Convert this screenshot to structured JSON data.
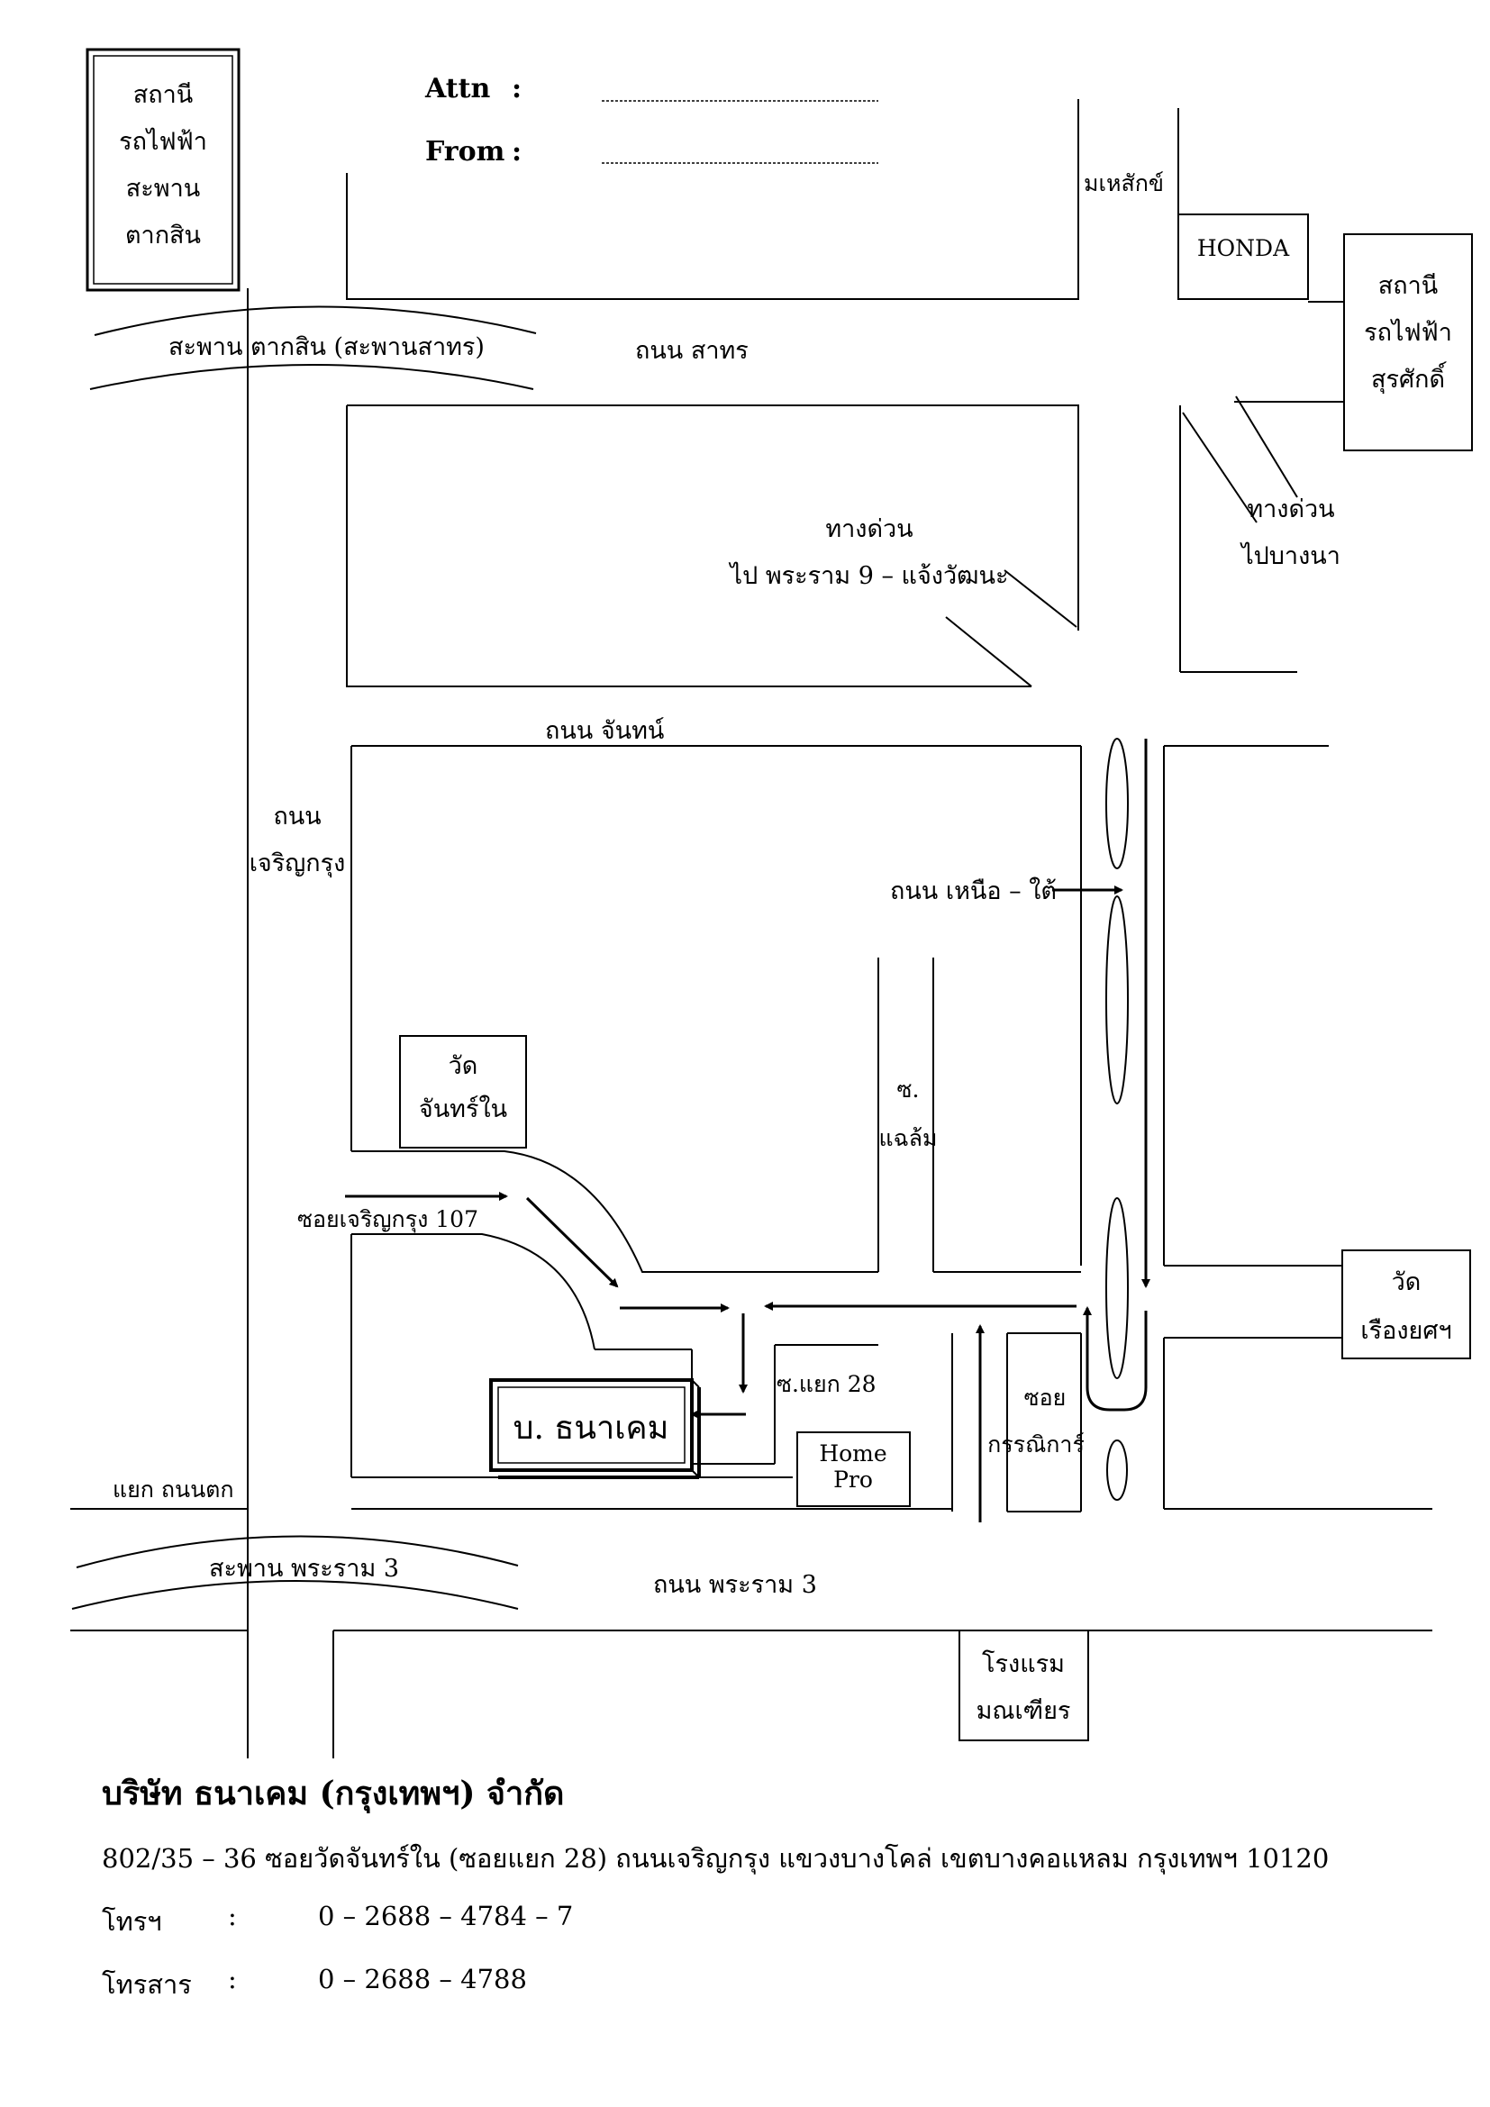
{
  "header": {
    "attn_label": "Attn",
    "from_label": "From",
    "colon": ":"
  },
  "map": {
    "taksin_station": [
      "สถานี",
      "รถไฟฟ้า",
      "สะพาน",
      "ตากสิน"
    ],
    "taksin_bridge": "สะพาน  ตากสิน (สะพานสาทร)",
    "sathorn_road": "ถนน สาทร",
    "mahesak": "มเหสักข์",
    "honda": "HONDA",
    "surasak_station": [
      "สถานี",
      "รถไฟฟ้า",
      "สุรศักดิ์"
    ],
    "expressway_rama9": [
      "ทางด่วน",
      "ไป พระราม 9 – แจ้งวัฒนะ"
    ],
    "expressway_bangna": [
      "ทางด่วน",
      "ไปบางนา"
    ],
    "chan_road": "ถนน จันทน์",
    "charoenkrung_road": [
      "ถนน",
      "เจริญกรุง"
    ],
    "north_south_road": "ถนน เหนือ – ใต้",
    "wat_chan_nai": [
      "วัด",
      "จันทร์ใน"
    ],
    "soi_chaelam": [
      "ซ.",
      "แฉล้ม"
    ],
    "soi_charoenkrung_107": "ซอยเจริญกรุง 107",
    "wat_ruang": [
      "วัด",
      "เรืองยศฯ"
    ],
    "company_box": "บ. ธนาเคม",
    "soi_yaek_28": "ซ.แยก 28",
    "soi_kannikar": [
      "ซอย",
      "กรรณิการ์"
    ],
    "homepro": [
      "Home",
      "Pro"
    ],
    "tanontok_junction": "แยก ถนนตก",
    "rama3_bridge": "สะพาน  พระราม 3",
    "rama3_road": "ถนน พระราม 3",
    "montien_hotel": [
      "โรงแรม",
      "มณเฑียร"
    ]
  },
  "footer": {
    "company_name": "บริษัท ธนาเคม (กรุงเทพฯ) จำกัด",
    "address": "802/35 – 36 ซอยวัดจันทร์ใน (ซอยแยก 28)  ถนนเจริญกรุง  แขวงบางโคล่   เขตบางคอแหลม  กรุงเทพฯ 10120",
    "phone_label": "โทรฯ",
    "phone": "0 – 2688 – 4784 – 7",
    "fax_label": "โทรสาร",
    "fax": "0 – 2688 – 4788",
    "colon": ":"
  }
}
